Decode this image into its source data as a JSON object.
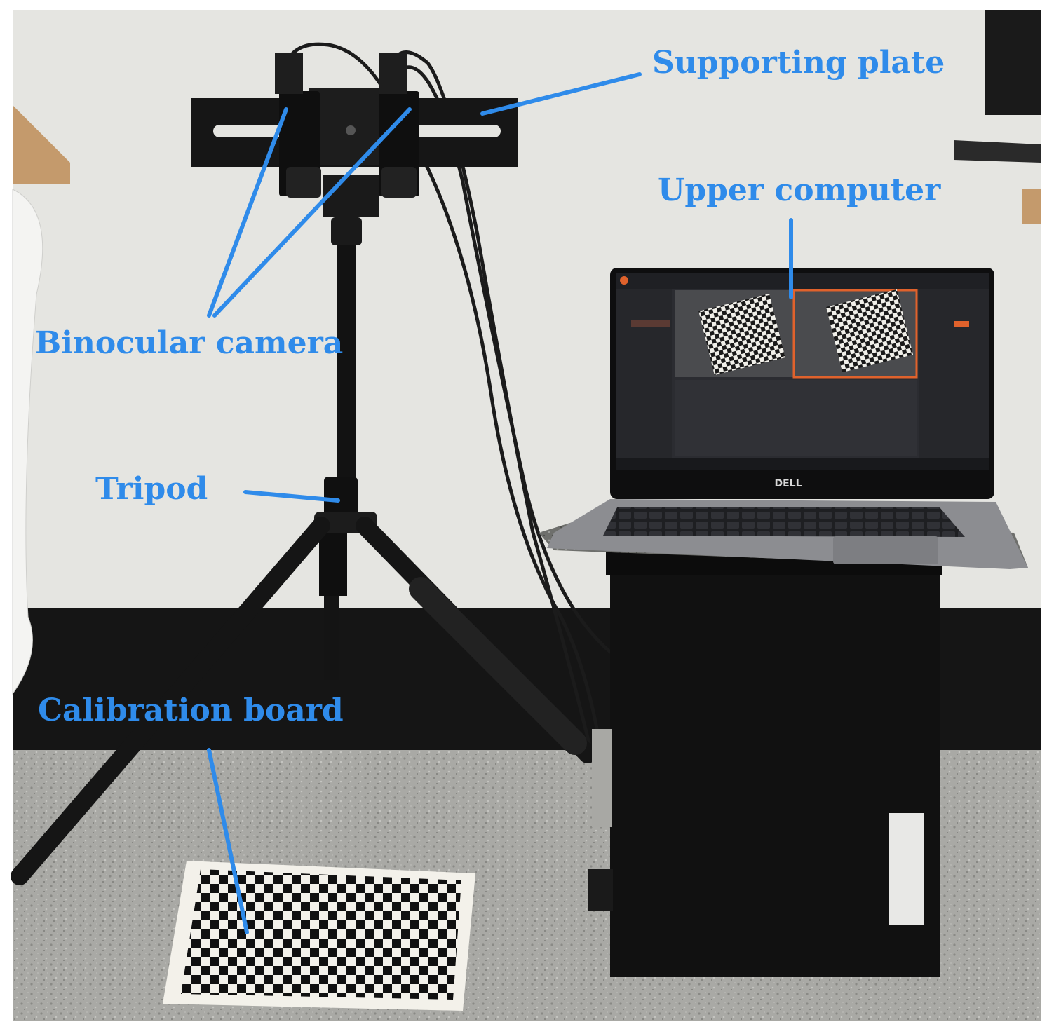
{
  "labels": {
    "supporting_plate": "Supporting plate",
    "upper_computer": "Upper computer",
    "binocular_camera": "Binocular camera",
    "tripod": "Tripod",
    "calibration_board": "Calibration board"
  },
  "laptop_brand": "DELL",
  "colors": {
    "callout": "#2f8bea",
    "wall": "#e9e9e4",
    "baseboard": "#151515",
    "floor": "#a7a7a3",
    "equipment": "#141414",
    "laptop_body": "#8c8d91",
    "screen_ui": "#2b2c31",
    "ui_accent": "#e0622c"
  }
}
